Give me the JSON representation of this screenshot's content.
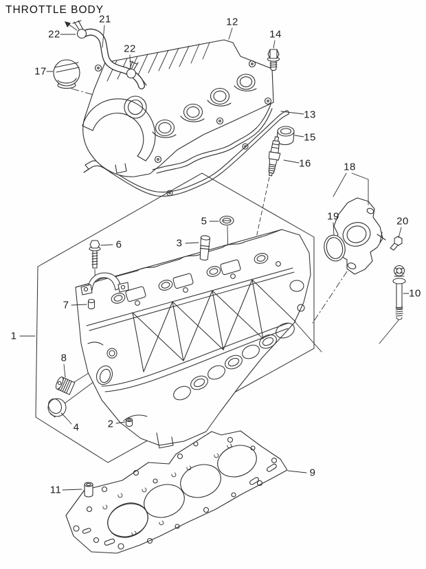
{
  "figure": {
    "background": "#fefefe",
    "line_color": "#2e2e2e",
    "throttle_body_label": "THROTTLE BODY",
    "callouts": {
      "c1": "1",
      "c2": "2",
      "c3": "3",
      "c4": "4",
      "c5": "5",
      "c6": "6",
      "c7": "7",
      "c8": "8",
      "c9": "9",
      "c10": "10",
      "c11": "11",
      "c12": "12",
      "c13": "13",
      "c14": "14",
      "c15": "15",
      "c16": "16",
      "c17": "17",
      "c18": "18",
      "c19": "19",
      "c20": "20",
      "c21": "21",
      "c22a": "22",
      "c22b": "22"
    }
  }
}
